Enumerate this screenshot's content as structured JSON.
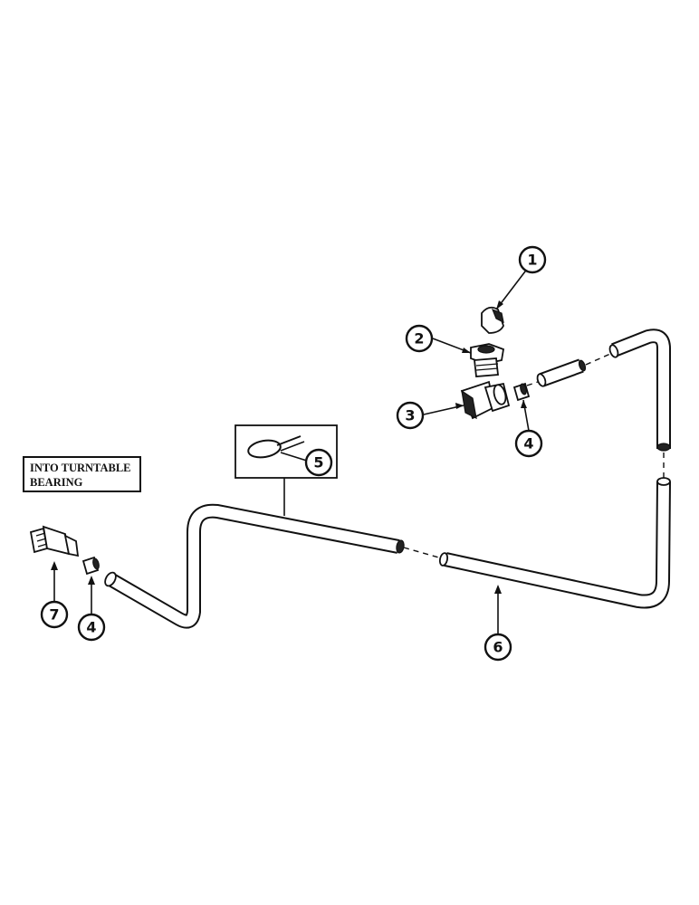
{
  "note": {
    "line1": "INTO TURNTABLE",
    "line2": "BEARING"
  },
  "callouts": [
    {
      "number": "1"
    },
    {
      "number": "2"
    },
    {
      "number": "3"
    },
    {
      "number": "4"
    },
    {
      "number": "5"
    },
    {
      "number": "6"
    },
    {
      "number": "7"
    },
    {
      "number": "4"
    }
  ]
}
